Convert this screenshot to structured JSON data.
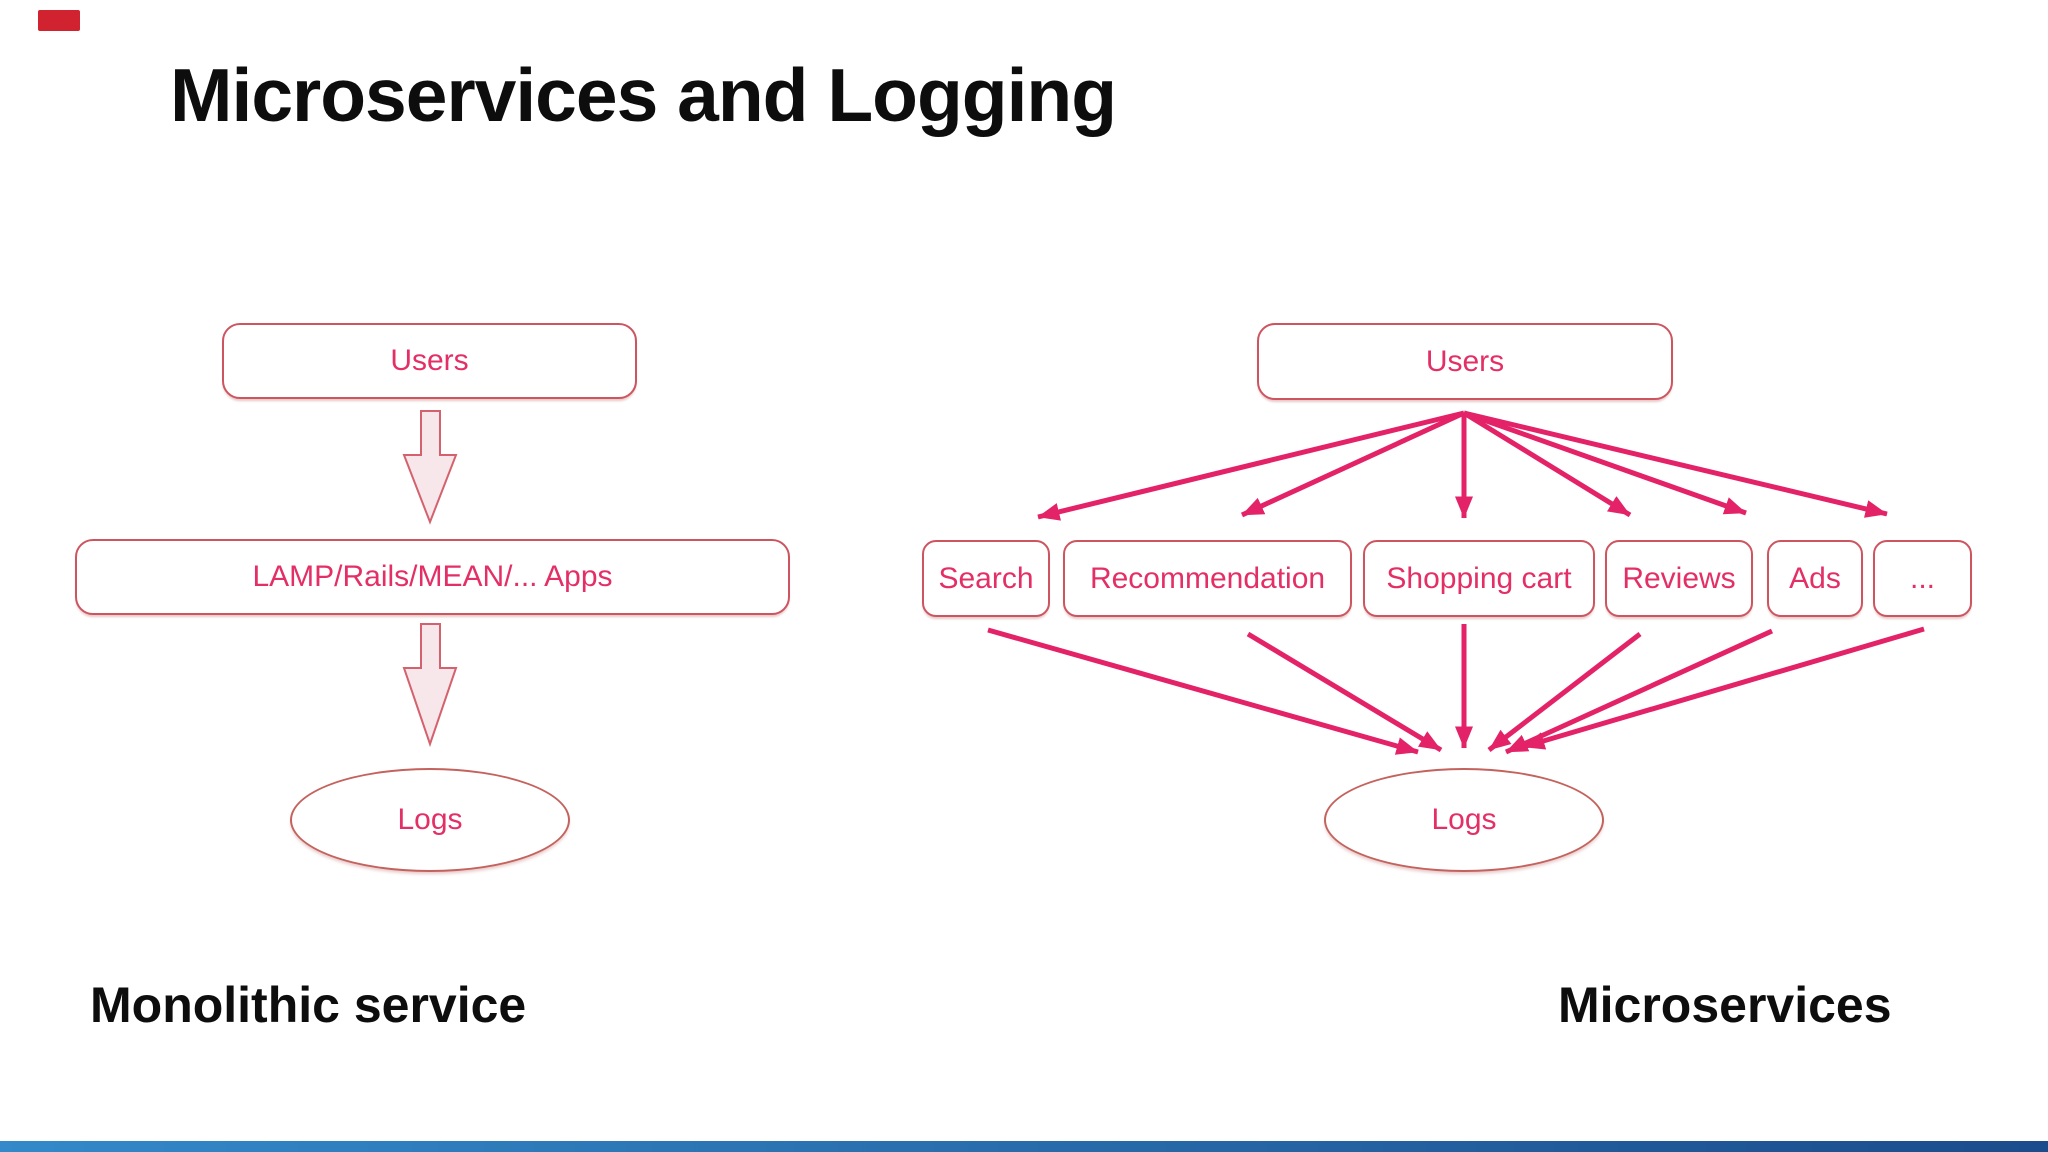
{
  "slide": {
    "title": "Microservices and Logging"
  },
  "monolithic": {
    "caption": "Monolithic service",
    "users_label": "Users",
    "apps_label": "LAMP/Rails/MEAN/... Apps",
    "logs_label": "Logs"
  },
  "microservices": {
    "caption": "Microservices",
    "users_label": "Users",
    "services": [
      "Search",
      "Recommendation",
      "Shopping cart",
      "Reviews",
      "Ads",
      "..."
    ],
    "logs_label": "Logs"
  },
  "colors": {
    "node_border": "#cd5560",
    "node_text": "#e42f66",
    "fan_arrow": "#e32268",
    "block_arrow_fill": "#f8e7ea",
    "block_arrow_border": "#d4626e",
    "footer_gradient_left": "#3389c9",
    "footer_gradient_right": "#1b4c8b",
    "corner_mark": "#d0222f"
  }
}
